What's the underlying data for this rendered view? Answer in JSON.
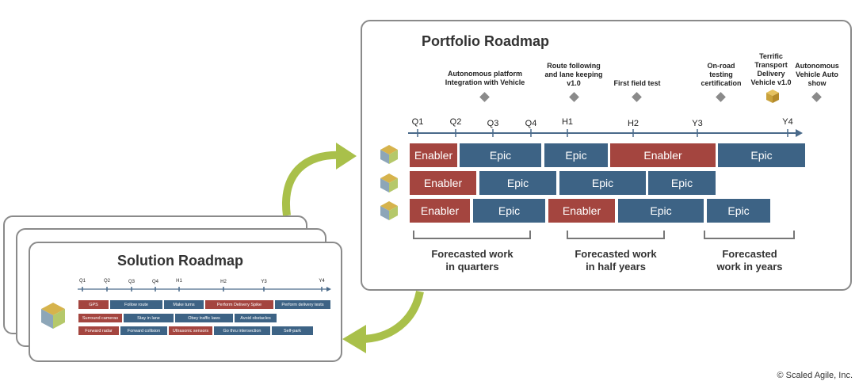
{
  "portfolio": {
    "title": "Portfolio Roadmap",
    "milestones": [
      {
        "label": "Autonomous platform Integration with Vehicle",
        "icon": "diamond-icon"
      },
      {
        "label": "Route following and lane keeping v1.0",
        "icon": "diamond-icon"
      },
      {
        "label": "First field test",
        "icon": "diamond-icon"
      },
      {
        "label": "On-road testing certification",
        "icon": "diamond-icon"
      },
      {
        "label": "Terrific Transport Delivery Vehicle v1.0",
        "icon": "package-icon"
      },
      {
        "label": "Autonomous Vehicle Auto show",
        "icon": "diamond-icon"
      }
    ],
    "ticks": [
      "Q1",
      "Q2",
      "Q3",
      "Q4",
      "H1",
      "H2",
      "Y3",
      "Y4"
    ],
    "rows": [
      [
        {
          "type": "enabler",
          "label": "Enabler"
        },
        {
          "type": "epic",
          "label": "Epic"
        },
        {
          "type": "epic",
          "label": "Epic"
        },
        {
          "type": "enabler",
          "label": "Enabler"
        },
        {
          "type": "epic",
          "label": "Epic"
        }
      ],
      [
        {
          "type": "enabler",
          "label": "Enabler"
        },
        {
          "type": "epic",
          "label": "Epic"
        },
        {
          "type": "epic",
          "label": "Epic"
        },
        {
          "type": "epic",
          "label": "Epic"
        }
      ],
      [
        {
          "type": "enabler",
          "label": "Enabler"
        },
        {
          "type": "epic",
          "label": "Epic"
        },
        {
          "type": "enabler",
          "label": "Enabler"
        },
        {
          "type": "epic",
          "label": "Epic"
        },
        {
          "type": "epic",
          "label": "Epic"
        }
      ]
    ],
    "forecasts": [
      {
        "line1": "Forecasted work",
        "line2": "in quarters"
      },
      {
        "line1": "Forecasted work",
        "line2": "in half years"
      },
      {
        "line1": "Forecasted",
        "line2": "work in years"
      }
    ]
  },
  "solution": {
    "title": "Solution Roadmap",
    "ticks": [
      "Q1",
      "Q2",
      "Q3",
      "Q4",
      "H1",
      "H2",
      "Y3",
      "Y4"
    ],
    "rows": [
      [
        {
          "type": "enabler",
          "label": "GPS"
        },
        {
          "type": "epic",
          "label": "Follow route"
        },
        {
          "type": "epic",
          "label": "Make turns"
        },
        {
          "type": "enabler",
          "label": "Perform Delivery Spike"
        },
        {
          "type": "epic",
          "label": "Perform delivery tests"
        }
      ],
      [
        {
          "type": "enabler",
          "label": "Surround cameras"
        },
        {
          "type": "epic",
          "label": "Stay in lane"
        },
        {
          "type": "epic",
          "label": "Obey traffic laws"
        },
        {
          "type": "epic",
          "label": "Avoid obstacles"
        }
      ],
      [
        {
          "type": "enabler",
          "label": "Forward radar"
        },
        {
          "type": "epic",
          "label": "Forward collision"
        },
        {
          "type": "enabler",
          "label": "Ultrasonic sensors"
        },
        {
          "type": "epic",
          "label": "Go thru intersection"
        },
        {
          "type": "epic",
          "label": "Self-park"
        }
      ]
    ]
  },
  "colors": {
    "enabler": "#a4453f",
    "epic": "#3d6385",
    "arrow": "#a9c04a",
    "axis": "#4a6a8a"
  },
  "copyright": "© Scaled Agile, Inc."
}
